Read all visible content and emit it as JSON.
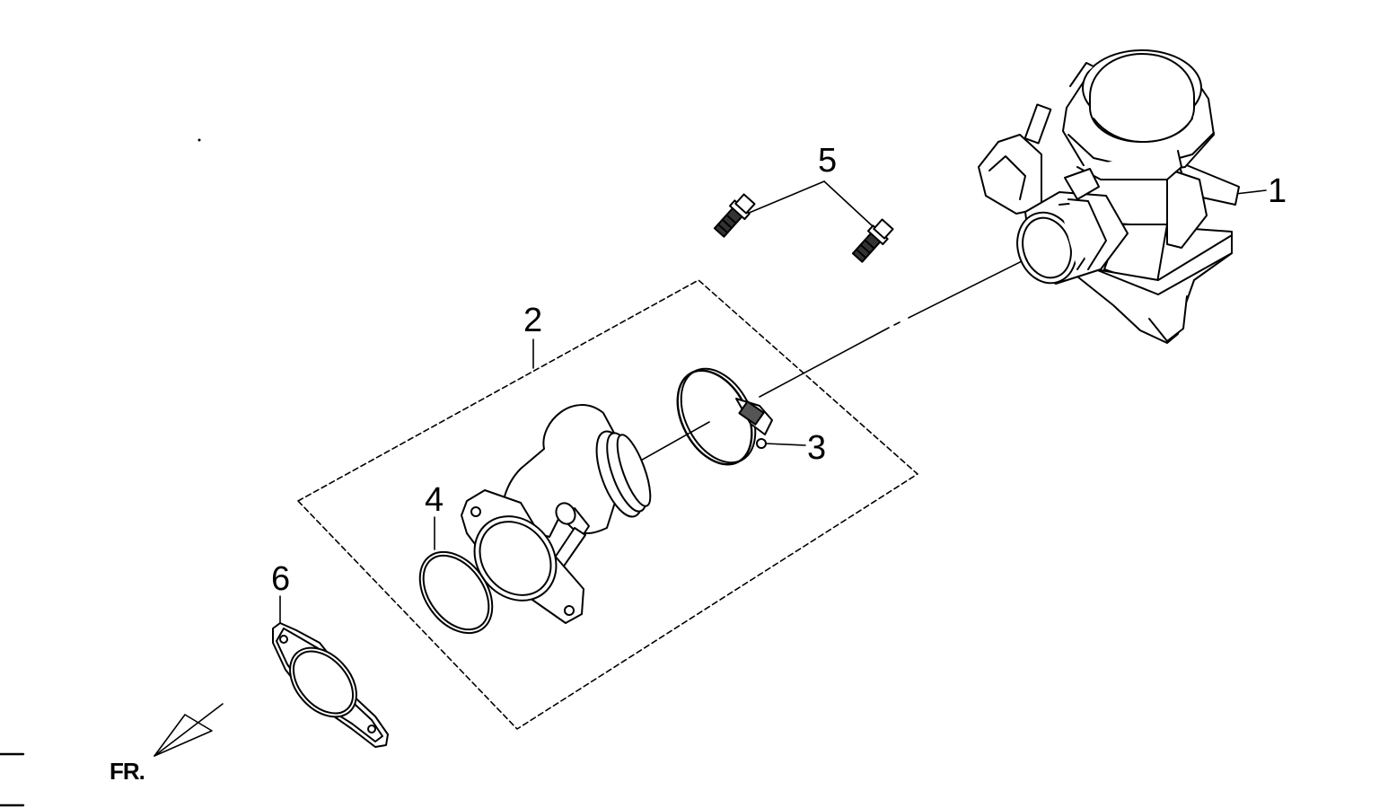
{
  "diagram": {
    "callouts": [
      {
        "id": "1",
        "text": "1"
      },
      {
        "id": "2",
        "text": "2"
      },
      {
        "id": "3",
        "text": "3"
      },
      {
        "id": "4",
        "text": "4"
      },
      {
        "id": "5",
        "text": "5"
      },
      {
        "id": "6",
        "text": "6"
      }
    ],
    "front_indicator": "FR.",
    "colors": {
      "line": "#000000",
      "fill": "#ffffff",
      "shade": "#dcdcdc"
    }
  }
}
